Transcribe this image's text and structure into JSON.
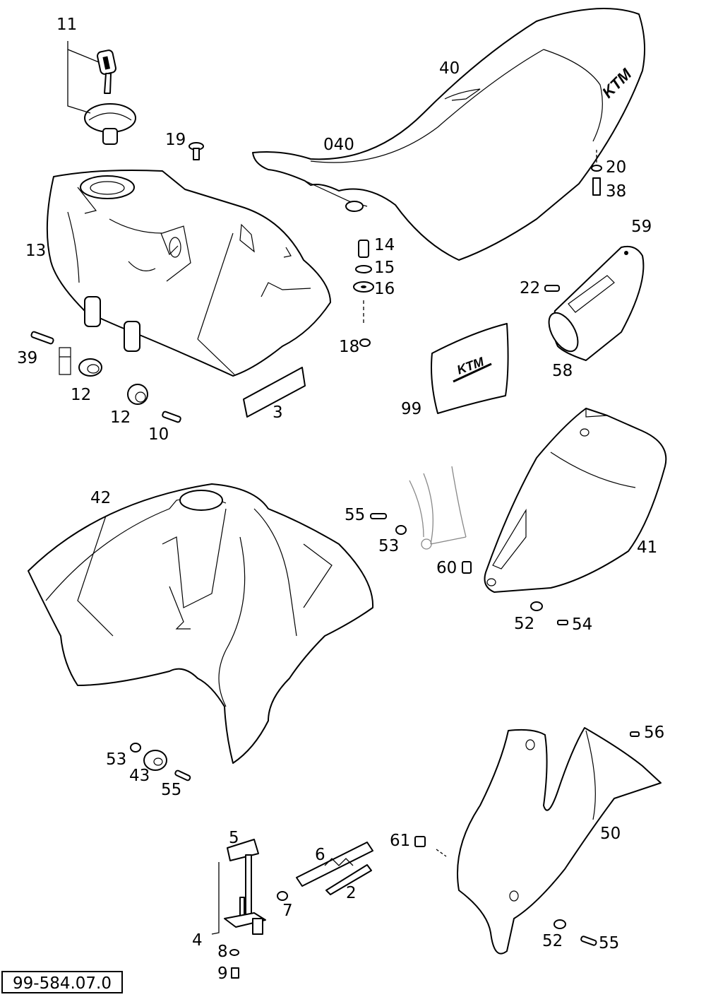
{
  "callouts": {
    "n11": "11",
    "n19": "19",
    "n40": "40",
    "n040": "040",
    "n20": "20",
    "n38": "38",
    "n13": "13",
    "n14": "14",
    "n15": "15",
    "n16": "16",
    "n18": "18",
    "n59": "59",
    "n22": "22",
    "n58": "58",
    "n39": "39",
    "n12a": "12",
    "n12b": "12",
    "n10": "10",
    "n3": "3",
    "n99": "99",
    "n42": "42",
    "n55a": "55",
    "n53a": "53",
    "n60": "60",
    "n41": "41",
    "n52a": "52",
    "n54": "54",
    "n53b": "53",
    "n43": "43",
    "n55b": "55",
    "n56": "56",
    "n50": "50",
    "n5": "5",
    "n6": "6",
    "n61": "61",
    "n2": "2",
    "n7": "7",
    "n4": "4",
    "n8": "8",
    "n9": "9",
    "n52b": "52",
    "n55c": "55"
  },
  "seat_logo": "KTM",
  "sticker_logo": "KTM",
  "drawing_number": "99-584.07.0"
}
